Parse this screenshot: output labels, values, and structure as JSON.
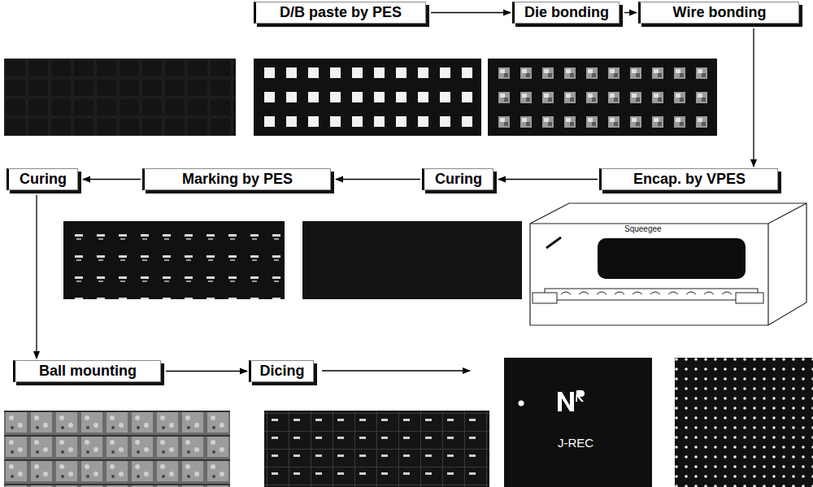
{
  "diagram": {
    "nodes": [
      {
        "text": [
          "D/B paste by PES"
        ]
      },
      {
        "text": [
          "Die bonding"
        ]
      },
      {
        "text": [
          "Wire bonding"
        ]
      },
      {
        "text": [
          "Encap. by VPES"
        ]
      },
      {
        "text": [
          "Curing"
        ]
      },
      {
        "text": [
          "Marking by PES"
        ]
      },
      {
        "text": [
          "Curing"
        ]
      },
      {
        "text": [
          "Ball mounting"
        ]
      },
      {
        "text": [
          "Dicing"
        ]
      }
    ],
    "edges": [
      {
        "from": 0,
        "to": 1,
        "arrow": "to"
      },
      {
        "from": 1,
        "to": 2,
        "arrow": "to"
      },
      {
        "from": 2,
        "to": 3,
        "arrow": "to"
      },
      {
        "from": 3,
        "to": 4,
        "arrow": "to"
      },
      {
        "from": 4,
        "to": 5,
        "arrow": "to"
      },
      {
        "from": 5,
        "to": 6,
        "arrow": "to"
      },
      {
        "from": 6,
        "to": 7,
        "arrow": "to"
      },
      {
        "from": 7,
        "to": 8,
        "arrow": "to"
      }
    ],
    "labels": [
      "Squeegee",
      "J-REC"
    ]
  }
}
